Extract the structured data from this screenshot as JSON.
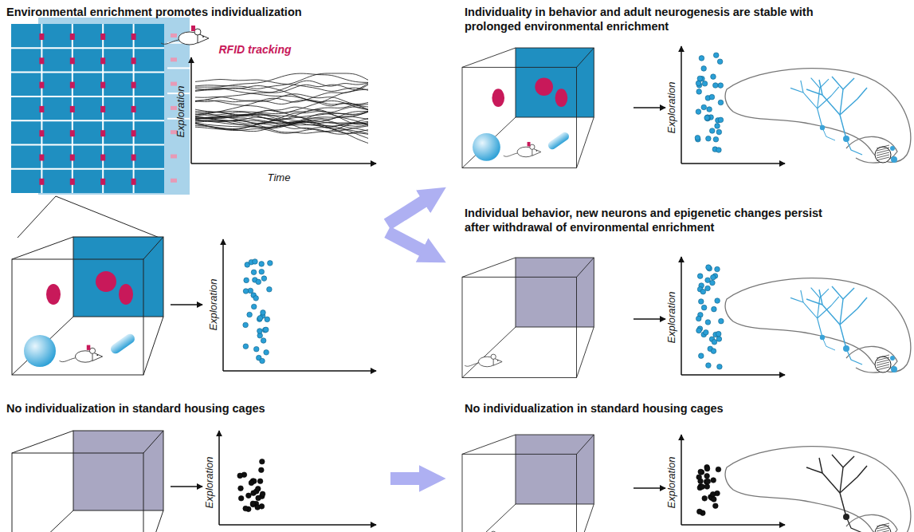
{
  "diagram": {
    "nodes": [
      {
        "text": [
          "Environmental enrichment promotes individualization"
        ]
      },
      {
        "text": [
          "Individuality in behavior and adult neurogenesis are stable with prolonged environmental enrichment"
        ]
      },
      {
        "text": [
          "Individual behavior, new neurons and epigenetic changes persist after withdrawal of environmental enrichment"
        ]
      },
      {
        "text": [
          "No individualization in standard housing cages"
        ]
      },
      {
        "text": [
          "No individualization in standard housing cages"
        ]
      }
    ],
    "edges": [
      {
        "from": 0,
        "to": 1,
        "arrow": "to"
      },
      {
        "from": 0,
        "to": 2,
        "arrow": "to"
      },
      {
        "from": 3,
        "to": 4,
        "arrow": "to"
      }
    ],
    "labels": [
      "RFID tracking",
      "Exploration",
      "Time",
      "Exploration",
      "Exploration",
      "Exploration",
      "Exploration",
      "Exploration"
    ]
  }
}
